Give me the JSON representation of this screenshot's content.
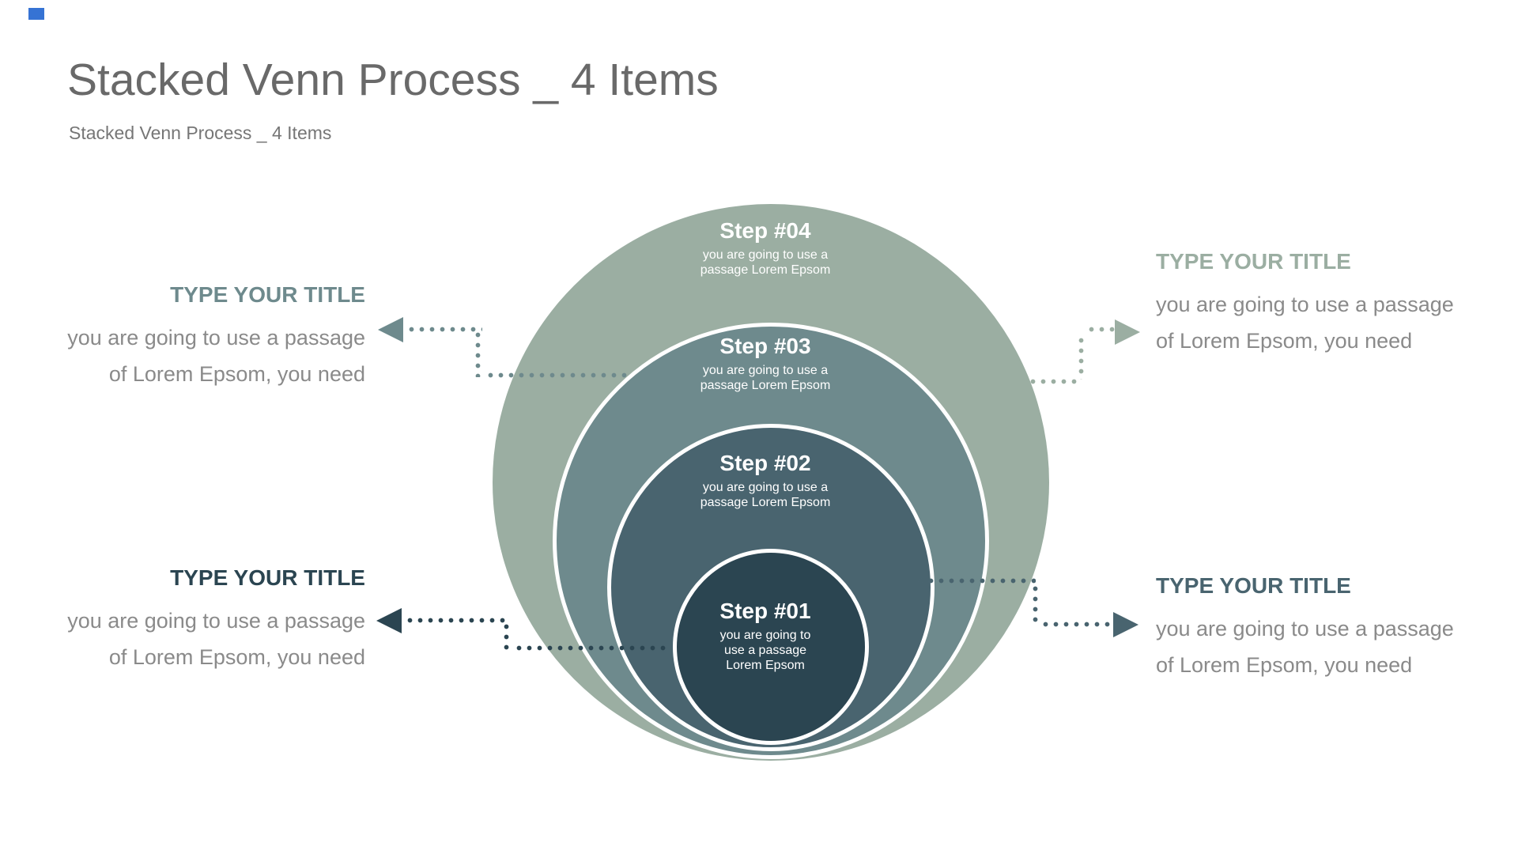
{
  "slide": {
    "title": "Stacked Venn Process _ 4 Items",
    "subtitle": "Stacked Venn Process _ 4 Items"
  },
  "colors": {
    "title_text": "#696969",
    "subtitle_text": "#767676",
    "body_text": "#8a8a8a",
    "step_text": "#ffffff",
    "marker_blue": "#3673d4"
  },
  "diagram": {
    "type": "stacked-venn",
    "steps": [
      {
        "title": "Step #01",
        "desc_lines": [
          "you are going to",
          "use a passage",
          "Lorem Epsom"
        ],
        "color": "#2b4551"
      },
      {
        "title": "Step #02",
        "desc_lines": [
          "you are going to use a",
          "passage Lorem Epsom"
        ],
        "color": "#49646f"
      },
      {
        "title": "Step #03",
        "desc_lines": [
          "you are going to use a",
          "passage Lorem Epsom"
        ],
        "color": "#6e8a8d"
      },
      {
        "title": "Step #04",
        "desc_lines": [
          "you are going to use a",
          "passage Lorem Epsom"
        ],
        "color": "#9baea2"
      }
    ]
  },
  "callouts": [
    {
      "position": "top-left",
      "title": "TYPE YOUR TITLE",
      "line1": "you are going to use a passage",
      "line2": "of Lorem Epsom, you need"
    },
    {
      "position": "top-right",
      "title": "TYPE YOUR TITLE",
      "line1": "you are going to use a passage",
      "line2": "of Lorem Epsom, you need"
    },
    {
      "position": "bottom-left",
      "title": "TYPE YOUR TITLE",
      "line1": "you are going to use a passage",
      "line2": "of Lorem Epsom, you need"
    },
    {
      "position": "bottom-right",
      "title": "TYPE YOUR TITLE",
      "line1": "you are going to use a passage",
      "line2": "of Lorem Epsom, you need"
    }
  ]
}
